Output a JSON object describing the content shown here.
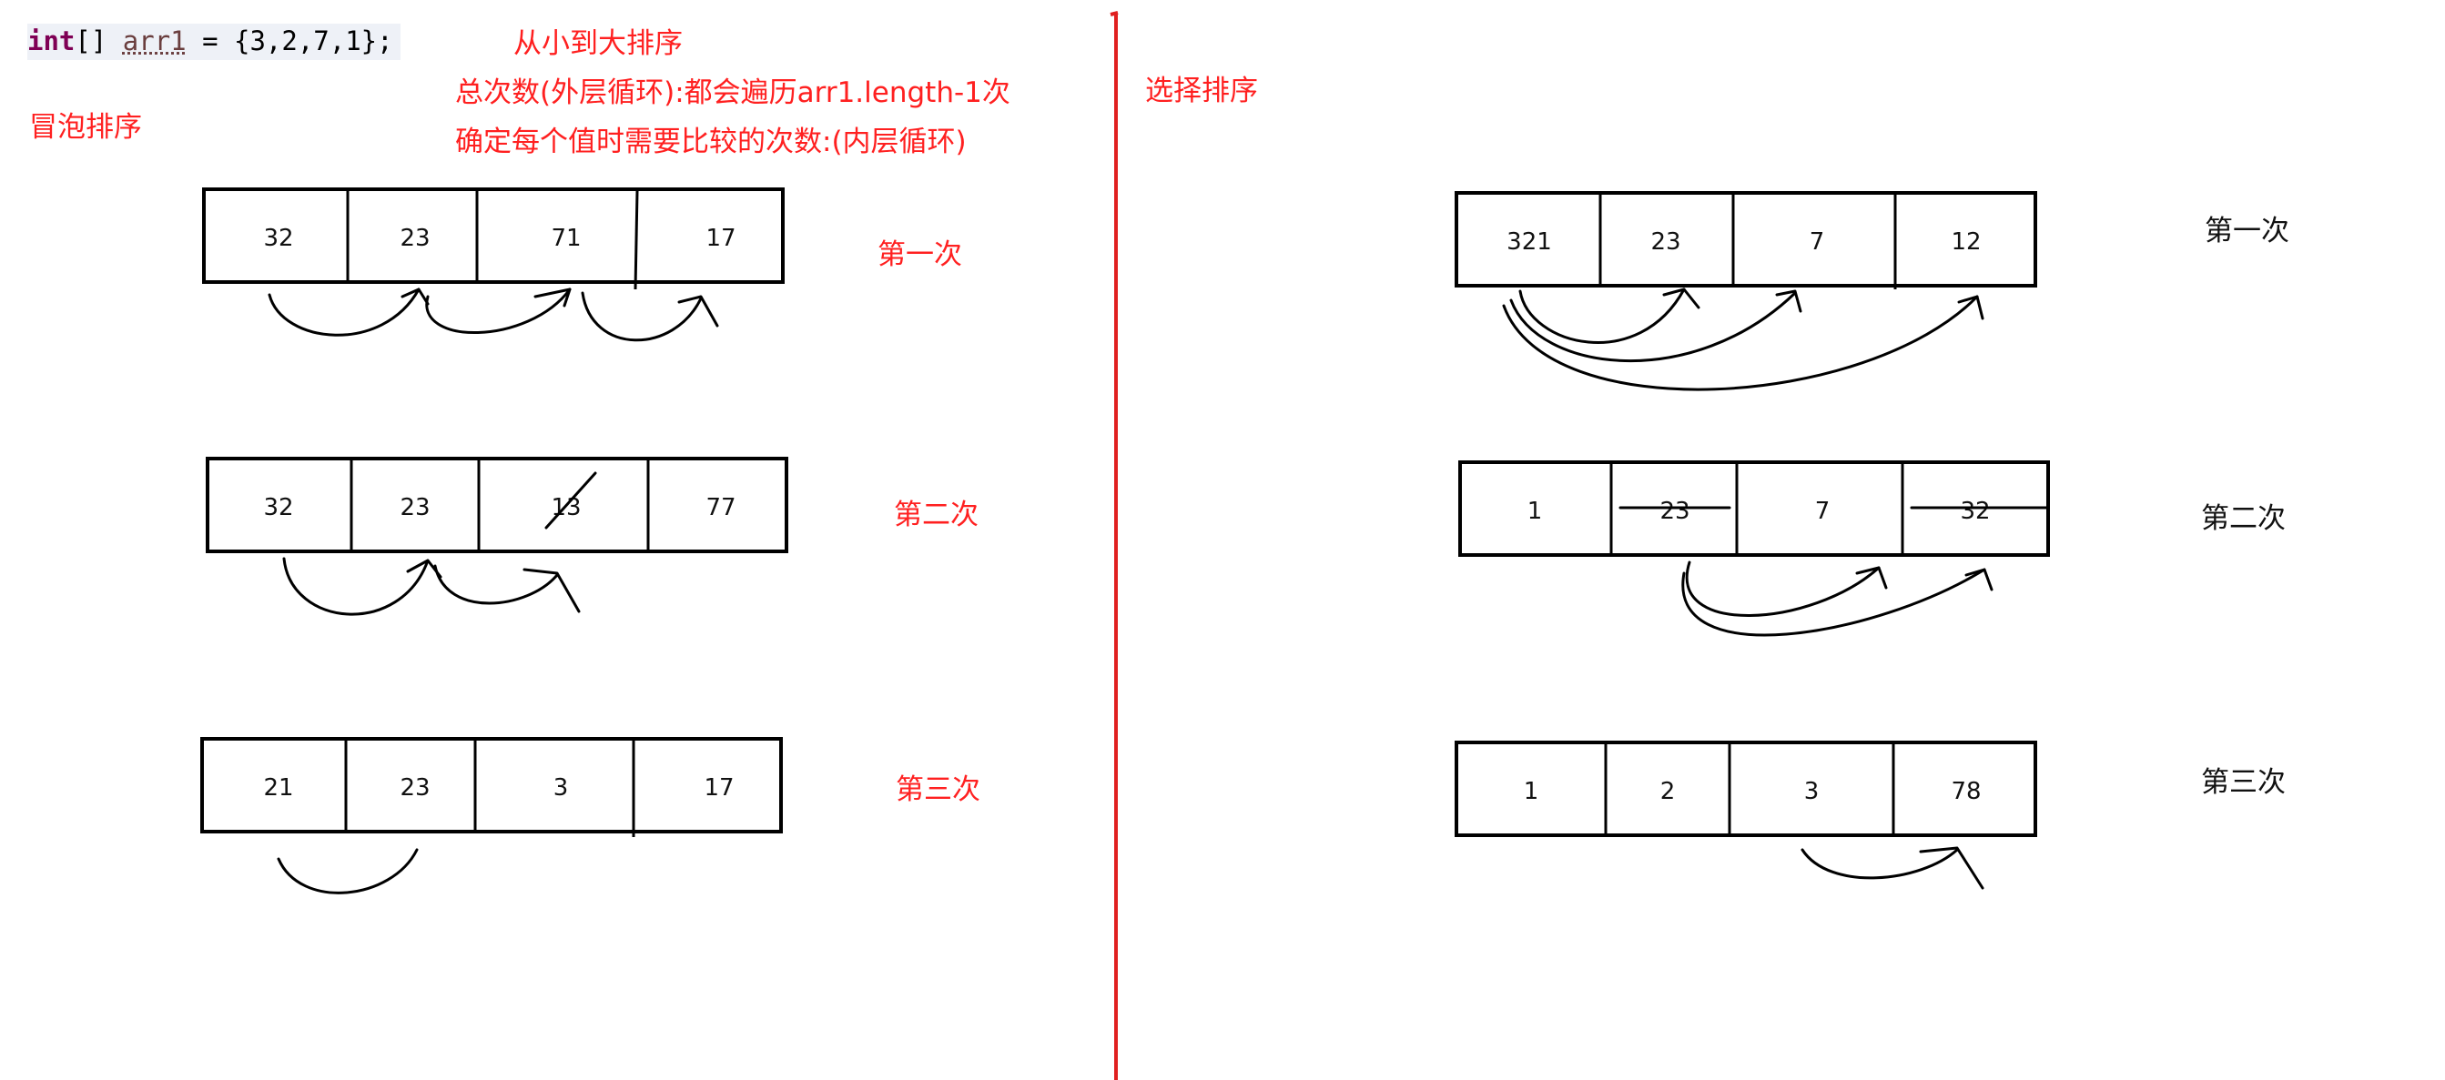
{
  "code_line": {
    "keyword": "int",
    "brackets": "[] ",
    "variable": "arr1",
    "rest": " = {3,2,7,1};"
  },
  "bubble_sort": {
    "title": "冒泡排序",
    "notes": [
      "从小到大排序",
      "总次数(外层循环):都会遍历arr1.length-1次",
      "确定每个值时需要比较的次数:(内层循环)"
    ],
    "passes": [
      {
        "label": "第一次",
        "cells": [
          "32",
          "23",
          "71",
          "17"
        ]
      },
      {
        "label": "第二次",
        "cells": [
          "32",
          "23",
          "13",
          "77"
        ]
      },
      {
        "label": "第三次",
        "cells": [
          "21",
          "23",
          "3",
          "17"
        ]
      }
    ]
  },
  "selection_sort": {
    "title": "选择排序",
    "passes": [
      {
        "label": "第一次",
        "cells": [
          "321",
          "23",
          "7",
          "12"
        ]
      },
      {
        "label": "第二次",
        "cells": [
          "1",
          "23",
          "7",
          "32"
        ]
      },
      {
        "label": "第三次",
        "cells": [
          "1",
          "2",
          "3",
          "78"
        ]
      }
    ]
  },
  "colors": {
    "red_text": "#ff2020",
    "divider_line": "#e02020",
    "ink": "#000000",
    "code_highlight": "#eef1f7",
    "code_keyword": "#7f0055"
  }
}
